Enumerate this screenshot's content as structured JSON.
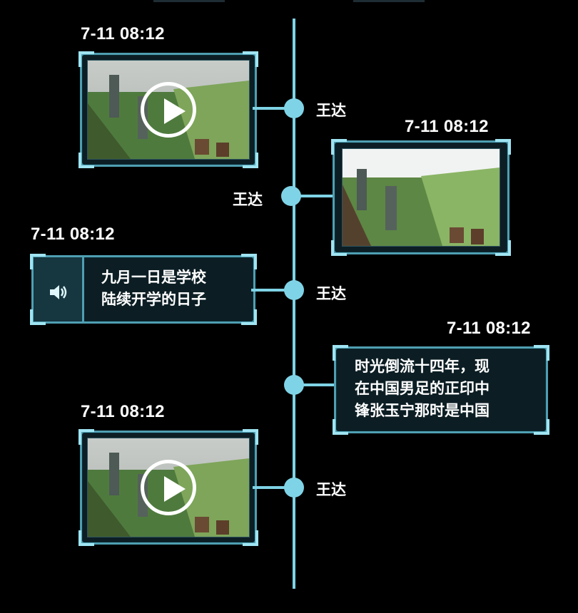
{
  "timeline": {
    "items": [
      {
        "timestamp": "7-11 08:12",
        "author": "王达",
        "type": "video"
      },
      {
        "timestamp": "7-11 08:12",
        "author": "王达",
        "type": "image"
      },
      {
        "timestamp": "7-11 08:12",
        "author": "王达",
        "type": "voice",
        "text_lines": [
          "九月一日是学校",
          "陆续开学的日子"
        ]
      },
      {
        "timestamp": "7-11 08:12",
        "type": "text",
        "text_lines": [
          "时光倒流十四年，现",
          "在中国男足的正印中",
          "锋张玉宁那时是中国"
        ]
      },
      {
        "timestamp": "7-11 08:12",
        "author": "王达",
        "type": "video"
      }
    ]
  },
  "colors": {
    "accent": "#7fd3e6",
    "border": "#4f9fb2",
    "card_bg": "#0c1e24",
    "background": "#000000"
  },
  "icons": {
    "play": "play-circle-icon",
    "voice": "speaker-icon"
  }
}
